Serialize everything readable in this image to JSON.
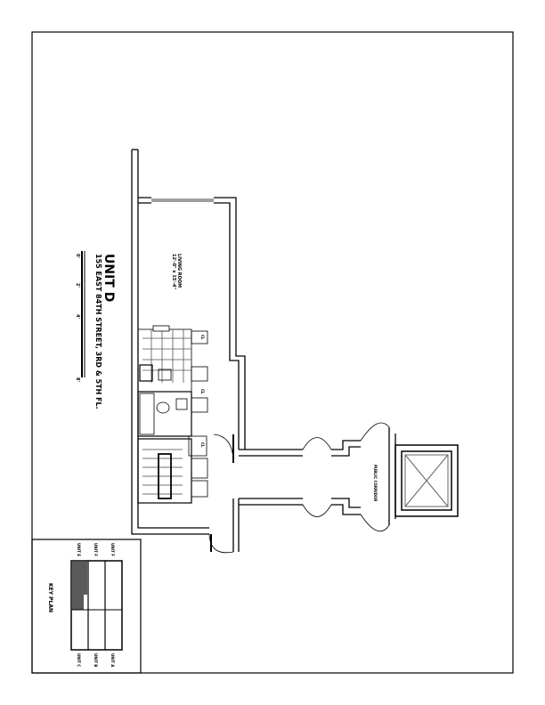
{
  "title": {
    "unit": "UNIT D",
    "address": "155 EAST 84TH STREET, 3RD & 5TH FL."
  },
  "scale": {
    "ticks": [
      "0'",
      "2'",
      "4'",
      "8'"
    ]
  },
  "rooms": {
    "living_room": "LIVING ROOM",
    "living_room_dims": "12'-0\" x 15'-4\"",
    "closet_label": "CL",
    "corridor": "PUBLIC CORRIDOR"
  },
  "key_plan": {
    "title": "KEY PLAN",
    "units_top": [
      "UNIT E",
      "UNIT F",
      "UNIT F"
    ],
    "units_bottom": [
      "UNIT C",
      "UNIT B",
      "UNIT A"
    ],
    "highlight_color": "#5a5a5a"
  }
}
